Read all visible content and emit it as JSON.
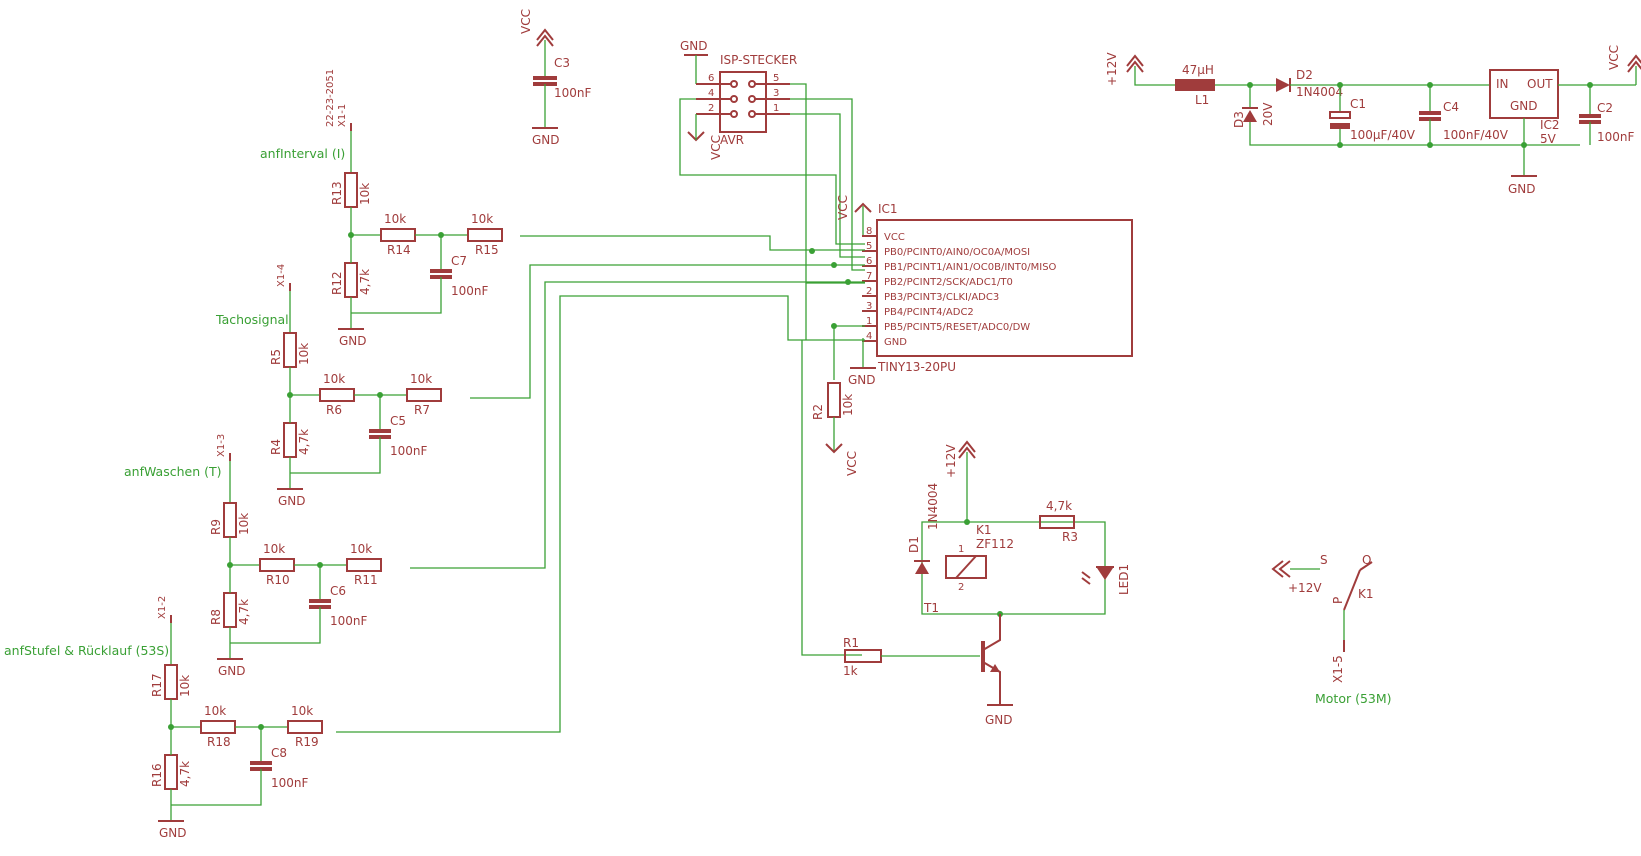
{
  "header": {
    "isp_connector": "ISP-STECKER",
    "isp_gnd": "GND",
    "isp_vcc": "VCC",
    "isp_avr": "AVR",
    "isp_pins": [
      "6",
      "4",
      "2",
      "5",
      "3",
      "1"
    ]
  },
  "c3": {
    "name": "C3",
    "value": "100nF",
    "vcc": "VCC",
    "gnd": "GND"
  },
  "ic1": {
    "name": "IC1",
    "part": "TINY13-20PU",
    "vcc": "VCC",
    "gnd": "GND",
    "pins": [
      {
        "num": "8",
        "label": "VCC"
      },
      {
        "num": "5",
        "label": "PB0/PCINT0/AIN0/OC0A/MOSI"
      },
      {
        "num": "6",
        "label": "PB1/PCINT1/AIN1/OC0B/INT0/MISO"
      },
      {
        "num": "7",
        "label": "PB2/PCINT2/SCK/ADC1/T0"
      },
      {
        "num": "2",
        "label": "PB3/PCINT3/CLKI/ADC3"
      },
      {
        "num": "3",
        "label": "PB4/PCINT4/ADC2"
      },
      {
        "num": "1",
        "label": "PB5/PCINT5/RESET/ADC0/DW"
      },
      {
        "num": "4",
        "label": "GND"
      }
    ]
  },
  "supply": {
    "v12": "+12V",
    "vcc": "VCC",
    "gnd": "GND",
    "l1": {
      "name": "L1",
      "value": "47µH"
    },
    "d2": {
      "name": "D2",
      "value": "1N4004"
    },
    "d3": {
      "name": "D3",
      "value": "20V"
    },
    "c1": {
      "name": "C1",
      "value": "100µF/40V"
    },
    "c4": {
      "name": "C4",
      "value": "100nF/40V"
    },
    "ic2": {
      "name": "IC2",
      "value": "5V",
      "in": "IN",
      "out": "OUT",
      "gnd": "GND"
    },
    "c2": {
      "name": "C2",
      "value": "100nF"
    }
  },
  "inputs": [
    {
      "net": "anfInterval (I)",
      "conn": "X1-1",
      "conn_part": "22-23-2051",
      "r_top": {
        "name": "R13",
        "value": "10k"
      },
      "r_bot": {
        "name": "R12",
        "value": "4,7k"
      },
      "r_a": {
        "name": "R14",
        "value": "10k"
      },
      "r_b": {
        "name": "R15",
        "value": "10k"
      },
      "cap": {
        "name": "C7",
        "value": "100nF"
      },
      "gnd": "GND"
    },
    {
      "net": "Tachosignal",
      "conn": "X1-4",
      "r_top": {
        "name": "R5",
        "value": "10k"
      },
      "r_bot": {
        "name": "R4",
        "value": "4,7k"
      },
      "r_a": {
        "name": "R6",
        "value": "10k"
      },
      "r_b": {
        "name": "R7",
        "value": "10k"
      },
      "cap": {
        "name": "C5",
        "value": "100nF"
      },
      "gnd": "GND"
    },
    {
      "net": "anfWaschen (T)",
      "conn": "X1-3",
      "r_top": {
        "name": "R9",
        "value": "10k"
      },
      "r_bot": {
        "name": "R8",
        "value": "4,7k"
      },
      "r_a": {
        "name": "R10",
        "value": "10k"
      },
      "r_b": {
        "name": "R11",
        "value": "10k"
      },
      "cap": {
        "name": "C6",
        "value": "100nF"
      },
      "gnd": "GND"
    },
    {
      "net": "anfStufel & Rücklauf (53S)",
      "conn": "X1-2",
      "r_top": {
        "name": "R17",
        "value": "10k"
      },
      "r_bot": {
        "name": "R16",
        "value": "4,7k"
      },
      "r_a": {
        "name": "R18",
        "value": "10k"
      },
      "r_b": {
        "name": "R19",
        "value": "10k"
      },
      "cap": {
        "name": "C8",
        "value": "100nF"
      },
      "gnd": "GND"
    }
  ],
  "pullup": {
    "name": "R2",
    "value": "10k",
    "vcc": "VCC"
  },
  "driver": {
    "v12": "+12V",
    "d1": {
      "name": "D1",
      "value": "1N4004"
    },
    "k1": {
      "name": "K1",
      "value": "ZF112",
      "pin1": "1",
      "pin2": "2"
    },
    "r3": {
      "name": "R3",
      "value": "4,7k"
    },
    "led": {
      "name": "LED1"
    },
    "r1": {
      "name": "R1",
      "value": "1k"
    },
    "t1": {
      "name": "T1"
    },
    "gnd": "GND"
  },
  "contact": {
    "v12": "+12V",
    "s": "S",
    "o": "O",
    "p": "P",
    "k1": "K1",
    "conn": "X1-5",
    "net": "Motor (53M)"
  }
}
